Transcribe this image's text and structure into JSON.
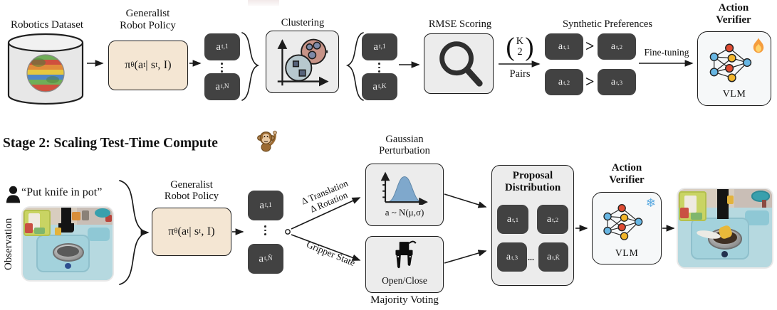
{
  "figure": "two-stage robot action verifier pipeline",
  "colors": {
    "token_bg": "#424242",
    "policy_box_beige": "#f4e6d3",
    "panel_gray": "#ececec",
    "verifier_bg": "#f6f8f9",
    "node_blue": "#67b6e3",
    "node_red": "#df4b32",
    "node_yellow": "#f2b52b",
    "gaussian_fill": "#7fa8cc",
    "flame_orange": "#f59d3d",
    "snowflake_blue": "#58a8e0"
  },
  "shared": {
    "policy_line1": "Generalist",
    "policy_line2": "Robot Policy",
    "math": {
      "pi": "π",
      "theta": "θ",
      "seg1": "(a",
      "sub_t": "t",
      "seg2": " | s",
      "seg3": ", I)"
    },
    "verifier_line1": "Action",
    "verifier_line2": "Verifier",
    "vlm": "VLM"
  },
  "tokens": {
    "a": "a",
    "t1": "t,1",
    "t2": "t,2",
    "t3": "t,3",
    "tN": "t,N",
    "tK": "t,K",
    "tNhat": "t,N̂",
    "tKhat": "t,K̂"
  },
  "icons": {
    "snowflake": "❄"
  },
  "stage1": {
    "dataset_label": "Robotics Dataset",
    "clustering_label": "Clustering",
    "rmse_label": "RMSE Scoring",
    "binom_open": "(",
    "binom_top": "K",
    "binom_bottom": "2",
    "binom_close": ")",
    "pairs_label": "Pairs",
    "synthetic_label": "Synthetic Preferences",
    "gt": ">",
    "finetune_label": "Fine-tuning"
  },
  "stage2_title": "Stage 2: Scaling Test-Time Compute",
  "stage2": {
    "prompt": "“Put knife in pot”",
    "observation_label": "Observation",
    "branch_top_line1": "Δ Translation",
    "branch_top_line2": "Δ Rotation",
    "branch_bottom": "Gripper State",
    "gaussian_line1": "Gaussian",
    "gaussian_line2": "Perturbation",
    "gaussian_formula": "a ~ N(μ,σ)",
    "gripper_caption": "Open/Close",
    "majority_label": "Majority Voting",
    "proposal_line1": "Proposal",
    "proposal_line2": "Distribution",
    "proposal_dots": "..."
  }
}
